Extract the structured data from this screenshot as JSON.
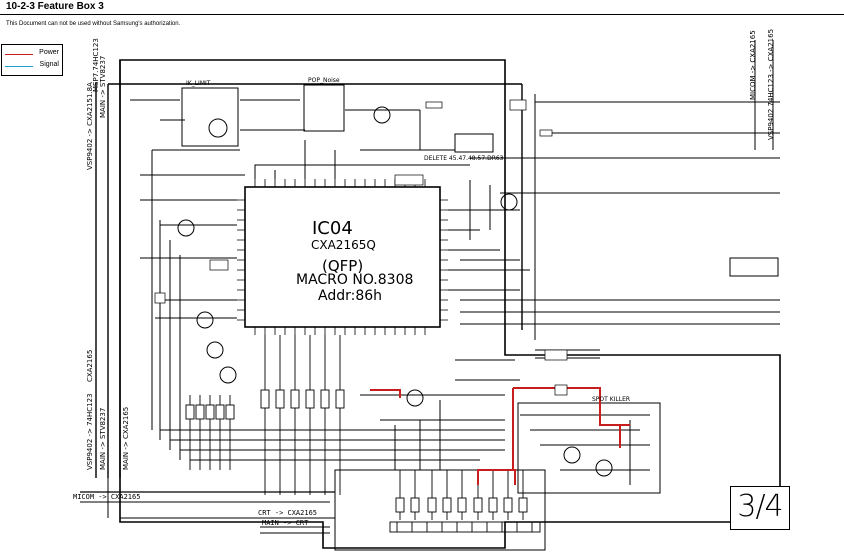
{
  "header": {
    "title": "10-2-3 Feature Box 3",
    "notice": "This Document can not be used without Samsung's authorization."
  },
  "legend": {
    "power_label": "Power",
    "signal_label": "Signal",
    "power_color": "#c81e1e",
    "signal_color": "#1e9fd0"
  },
  "ic": {
    "ref": "IC04",
    "part": "CXA2165Q",
    "package": "(QFP)",
    "macro": "MACRO NO.8308",
    "addr": "Addr:86h"
  },
  "blocks": {
    "ik_limit": "IK_LIMIT",
    "pop_noise": "POP_Noise",
    "spot_killer": "SPOT KILLER",
    "delete_note": "DELETE 45.47.48.57.DR63"
  },
  "vertical_labels": {
    "left_top_1": "VSP9402 -> CXA2151.8A",
    "left_top_2": "MSP7.74HC123",
    "left_top_3": "MAIN -> STV8237",
    "left_bottom_1": "VSP9402 -> 74HC123",
    "left_bottom_2": "MAIN -> STV8237",
    "left_bottom_3": "CXA2165",
    "left_bottom_4": "MAIN -> CXA2165",
    "right_1": "MICOM -> CXA2165",
    "right_2": "VSP9402 74HC123 -> CXA2165"
  },
  "horizontal_labels": {
    "micom": "MICOM -> CXA2165",
    "crt": "CRT -> CXA2165",
    "main_crt": "MAIN -> CRT"
  },
  "page_number": "3/4"
}
